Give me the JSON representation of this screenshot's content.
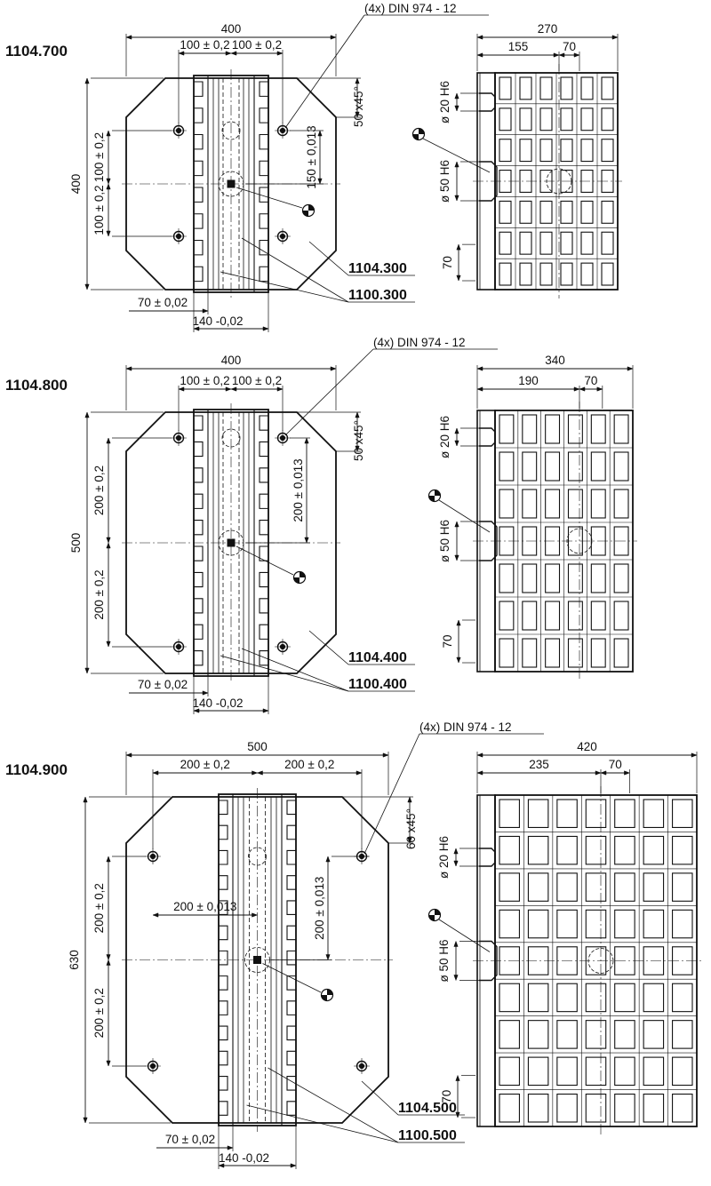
{
  "colors": {
    "ink": "#111111",
    "paper": "#ffffff"
  },
  "drawings": [
    {
      "part_no": "1104.700",
      "top_view": {
        "width": "400",
        "hole_spacing_left": "100 ± 0,2",
        "hole_spacing_right": "100 ± 0,2",
        "height": "400",
        "vertical_upper": "100 ± 0,2",
        "vertical_lower": "100 ± 0,2",
        "center_tolerance": "150 ± 0,013",
        "chamfer": "50 x45°",
        "rail_offset": "70 ± 0,02",
        "rail_width": "140 -0,02",
        "din_note": "(4x) DIN 974 - 12",
        "plate_ref": "1104.300",
        "rail_ref": "1100.300"
      },
      "side_view": {
        "width": "270",
        "offset": "155",
        "pitch": "70",
        "pitch_vertical": "70",
        "bore_small": "ø 20 H6",
        "bore_large": "ø 50 H6"
      }
    },
    {
      "part_no": "1104.800",
      "top_view": {
        "width": "400",
        "hole_spacing_left": "100 ± 0,2",
        "hole_spacing_right": "100 ± 0,2",
        "height": "500",
        "vertical_upper": "200 ± 0,2",
        "vertical_lower": "200 ± 0,2",
        "center_tolerance": "200 ± 0,013",
        "chamfer": "50 x45°",
        "rail_offset": "70 ± 0,02",
        "rail_width": "140 -0,02",
        "din_note": "(4x) DIN 974 - 12",
        "plate_ref": "1104.400",
        "rail_ref": "1100.400"
      },
      "side_view": {
        "width": "340",
        "offset": "190",
        "pitch": "70",
        "pitch_vertical": "70",
        "bore_small": "ø 20 H6",
        "bore_large": "ø 50 H6"
      }
    },
    {
      "part_no": "1104.900",
      "top_view": {
        "width": "500",
        "hole_spacing_left": "200 ± 0,2",
        "hole_spacing_right": "200 ± 0,2",
        "height": "630",
        "vertical_upper": "200 ± 0,2",
        "vertical_lower": "200 ± 0,2",
        "center_tolerance": "200 ± 0,013",
        "center_tolerance_h": "200 ± 0,013",
        "chamfer": "60 x45°",
        "rail_offset": "70 ± 0,02",
        "rail_width": "140 -0,02",
        "din_note": "(4x) DIN 974 - 12",
        "plate_ref": "1104.500",
        "rail_ref": "1100.500"
      },
      "side_view": {
        "width": "420",
        "offset": "235",
        "pitch": "70",
        "pitch_vertical": "70",
        "bore_small": "ø 20 H6",
        "bore_large": "ø 50 H6"
      }
    }
  ]
}
